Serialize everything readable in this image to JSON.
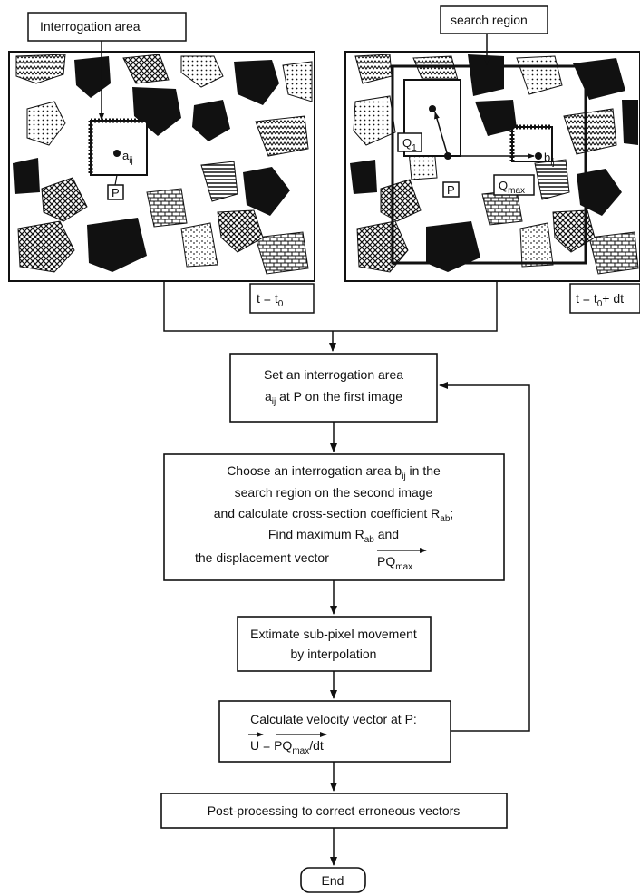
{
  "labels": {
    "interrogation_area": "Interrogation area",
    "search_region": "search region",
    "a_ij": "a",
    "a_ij_sub": "ij",
    "b_ij": "b",
    "b_ij_sub": "ij",
    "p": "P",
    "q1": "Q",
    "q1_sub": "1",
    "qmax": "Q",
    "qmax_sub": "max",
    "t0_prefix": "t = t",
    "t0_sub": "0",
    "t1_prefix": "t = t",
    "t1_sub": "0",
    "t1_suffix": "+ dt"
  },
  "flow": {
    "step1": {
      "line1": "Set an interrogation area",
      "line2_pre": "a",
      "line2_sub": "ij",
      "line2_post": " at P on the first image"
    },
    "step2": {
      "line1_pre": "Choose an interrogation area b",
      "line1_sub": "ij",
      "line1_post": " in the",
      "line2": "search region on the second image",
      "line3_pre": "and calculate cross-section coefficient R",
      "line3_sub": "ab",
      "line3_post": ";",
      "line4_pre": "Find maximum R",
      "line4_sub": "ab",
      "line4_post": "  and",
      "line5_pre": "the displacement vector",
      "line5_vec": "PQ",
      "line5_sub": "max"
    },
    "step3": {
      "line1": "Extimate sub-pixel movement",
      "line2": "by interpolation"
    },
    "step4": {
      "line1": "Calculate velocity vector at P:",
      "line2_u": "U",
      "line2_eq": " = ",
      "line2_vec": "PQ",
      "line2_sub": "max",
      "line2_post": "/dt"
    },
    "step5": {
      "line1": "Post-processing to correct erroneous vectors"
    },
    "end": "End"
  }
}
